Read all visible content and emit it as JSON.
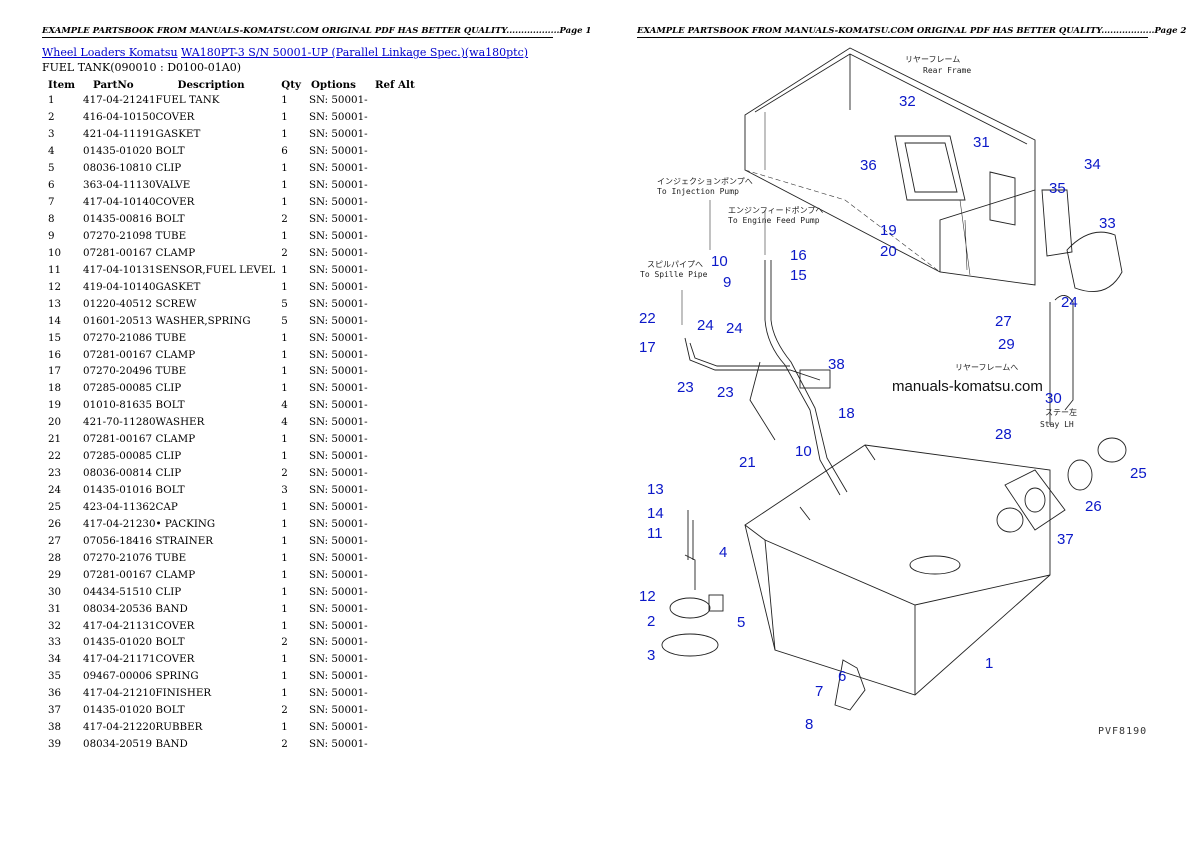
{
  "headers": {
    "page1": "EXAMPLE PARTSBOOK FROM MANUALS-KOMATSU.COM ORIGINAL PDF HAS BETTER QUALITY..................Page 1",
    "page2": "EXAMPLE PARTSBOOK FROM MANUALS-KOMATSU.COM ORIGINAL PDF HAS BETTER QUALITY..................Page 2"
  },
  "breadcrumb": {
    "link1": "Wheel Loaders Komatsu",
    "link2": "WA180PT-3 S/N 50001-UP (Parallel Linkage Spec.)(wa180ptc)"
  },
  "subtitle": "FUEL TANK(090010 : D0100-01A0)",
  "table": {
    "columns": [
      "Item",
      "PartNo",
      "Description",
      "Qty",
      "Options",
      "Ref Alt"
    ],
    "rows": [
      [
        "1",
        "417-04-21241",
        "FUEL TANK",
        "1",
        "SN: 50001-"
      ],
      [
        "2",
        "416-04-10150",
        "COVER",
        "1",
        "SN: 50001-"
      ],
      [
        "3",
        "421-04-11191",
        "GASKET",
        "1",
        "SN: 50001-"
      ],
      [
        "4",
        "01435-01020",
        "BOLT",
        "6",
        "SN: 50001-"
      ],
      [
        "5",
        "08036-10810",
        "CLIP",
        "1",
        "SN: 50001-"
      ],
      [
        "6",
        "363-04-11130",
        "VALVE",
        "1",
        "SN: 50001-"
      ],
      [
        "7",
        "417-04-10140",
        "COVER",
        "1",
        "SN: 50001-"
      ],
      [
        "8",
        "01435-00816",
        "BOLT",
        "2",
        "SN: 50001-"
      ],
      [
        "9",
        "07270-21098",
        "TUBE",
        "1",
        "SN: 50001-"
      ],
      [
        "10",
        "07281-00167",
        "CLAMP",
        "2",
        "SN: 50001-"
      ],
      [
        "11",
        "417-04-10131",
        "SENSOR,FUEL LEVEL",
        "1",
        "SN: 50001-"
      ],
      [
        "12",
        "419-04-10140",
        "GASKET",
        "1",
        "SN: 50001-"
      ],
      [
        "13",
        "01220-40512",
        "SCREW",
        "5",
        "SN: 50001-"
      ],
      [
        "14",
        "01601-20513",
        "WASHER,SPRING",
        "5",
        "SN: 50001-"
      ],
      [
        "15",
        "07270-21086",
        "TUBE",
        "1",
        "SN: 50001-"
      ],
      [
        "16",
        "07281-00167",
        "CLAMP",
        "1",
        "SN: 50001-"
      ],
      [
        "17",
        "07270-20496",
        "TUBE",
        "1",
        "SN: 50001-"
      ],
      [
        "18",
        "07285-00085",
        "CLIP",
        "1",
        "SN: 50001-"
      ],
      [
        "19",
        "01010-81635",
        "BOLT",
        "4",
        "SN: 50001-"
      ],
      [
        "20",
        "421-70-11280",
        "WASHER",
        "4",
        "SN: 50001-"
      ],
      [
        "21",
        "07281-00167",
        "CLAMP",
        "1",
        "SN: 50001-"
      ],
      [
        "22",
        "07285-00085",
        "CLIP",
        "1",
        "SN: 50001-"
      ],
      [
        "23",
        "08036-00814",
        "CLIP",
        "2",
        "SN: 50001-"
      ],
      [
        "24",
        "01435-01016",
        "BOLT",
        "3",
        "SN: 50001-"
      ],
      [
        "25",
        "423-04-11362",
        "CAP",
        "1",
        "SN: 50001-"
      ],
      [
        "26",
        "417-04-21230",
        "• PACKING",
        "1",
        "SN: 50001-"
      ],
      [
        "27",
        "07056-18416",
        "STRAINER",
        "1",
        "SN: 50001-"
      ],
      [
        "28",
        "07270-21076",
        "TUBE",
        "1",
        "SN: 50001-"
      ],
      [
        "29",
        "07281-00167",
        "CLAMP",
        "1",
        "SN: 50001-"
      ],
      [
        "30",
        "04434-51510",
        "CLIP",
        "1",
        "SN: 50001-"
      ],
      [
        "31",
        "08034-20536",
        "BAND",
        "1",
        "SN: 50001-"
      ],
      [
        "32",
        "417-04-21131",
        "COVER",
        "1",
        "SN: 50001-"
      ],
      [
        "33",
        "01435-01020",
        "BOLT",
        "2",
        "SN: 50001-"
      ],
      [
        "34",
        "417-04-21171",
        "COVER",
        "1",
        "SN: 50001-"
      ],
      [
        "35",
        "09467-00006",
        "SPRING",
        "1",
        "SN: 50001-"
      ],
      [
        "36",
        "417-04-21210",
        "FINISHER",
        "1",
        "SN: 50001-"
      ],
      [
        "37",
        "01435-01020",
        "BOLT",
        "2",
        "SN: 50001-"
      ],
      [
        "38",
        "417-04-21220",
        "RUBBER",
        "1",
        "SN: 50001-"
      ],
      [
        "39",
        "08034-20519",
        "BAND",
        "2",
        "SN: 50001-"
      ]
    ]
  },
  "diagram": {
    "watermark": "manuals-komatsu.com",
    "code": "PVF8190",
    "jp_labels": {
      "rear_frame_jp": "リヤーフレーム",
      "rear_frame_en": "Rear Frame",
      "injection_jp": "インジェクションポンプへ",
      "injection_en": "To Injection Pump",
      "feed_jp": "エンジンフィードポンプへ",
      "feed_en": "To Engine Feed Pump",
      "spill_jp": "スピルパイプへ",
      "spill_en": "To Spille Pipe",
      "frame_jp": "リヤーフレームへ",
      "stay_jp": "ステー左",
      "stay_en": "Stay LH"
    },
    "callouts": [
      "1",
      "2",
      "3",
      "4",
      "5",
      "6",
      "7",
      "8",
      "9",
      "10",
      "10",
      "11",
      "12",
      "13",
      "14",
      "15",
      "16",
      "17",
      "18",
      "19",
      "20",
      "21",
      "22",
      "23",
      "23",
      "24",
      "24",
      "24",
      "25",
      "26",
      "27",
      "28",
      "29",
      "30",
      "31",
      "32",
      "33",
      "34",
      "35",
      "36",
      "37",
      "38"
    ]
  }
}
